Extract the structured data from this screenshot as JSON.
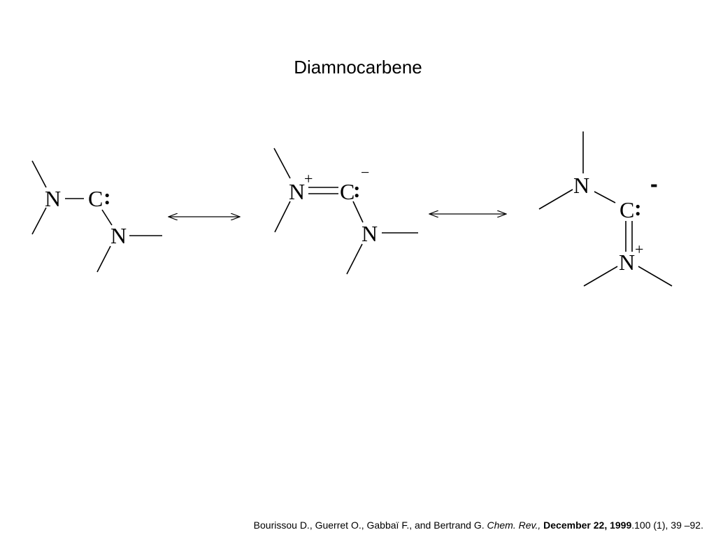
{
  "title": "Diamnocarbene",
  "atoms": {
    "nitrogen": "N",
    "carbon": "C",
    "lone_pair": ":",
    "plus": "+",
    "minus": "−",
    "minus_bold": "-"
  },
  "citation": {
    "authors": "Bourissou D., Guerret O., Gabbaï F., and Bertrand G.",
    "journal": "Chem. Rev.,",
    "date": "December 22, 1999",
    "volume_pages": ".100 (1), 39 –92."
  }
}
